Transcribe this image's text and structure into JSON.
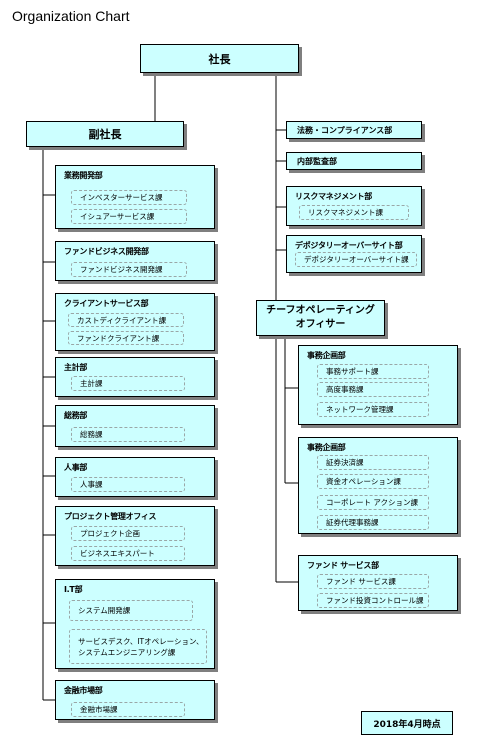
{
  "title": "Organization Chart",
  "president": "社長",
  "vice_president": "副社長",
  "coo": {
    "line1": "チーフオペレーティング",
    "line2": "オフィサー"
  },
  "left_departments": [
    {
      "name": "業務開発部",
      "units": [
        "インベスターサービス課",
        "イシュアーサービス課"
      ]
    },
    {
      "name": "ファンドビジネス開発部",
      "units": [
        "ファンドビジネス開発課"
      ]
    },
    {
      "name": "クライアントサービス部",
      "units": [
        "カストディクライアント課",
        "ファンドクライアント課"
      ]
    },
    {
      "name": "主計部",
      "units": [
        "主計課"
      ]
    },
    {
      "name": "総務部",
      "units": [
        "総務課"
      ]
    },
    {
      "name": "人事部",
      "units": [
        "人事課"
      ]
    },
    {
      "name": "プロジェクト管理オフィス",
      "units": [
        "プロジェクト企画",
        "ビジネスエキスパート"
      ]
    },
    {
      "name": "I.T部",
      "units": [
        "システム開発課"
      ],
      "multi_unit": {
        "line1": "サービスデスク、ITオペレーション、",
        "line2": "システムエンジニアリング課"
      }
    },
    {
      "name": "金融市場部",
      "units": [
        "金融市場課"
      ]
    }
  ],
  "right_simple": [
    "法務・コンプライアンス部",
    "内部監査部"
  ],
  "right_departments": [
    {
      "name": "リスクマネジメント部",
      "units": [
        "リスクマネジメント課"
      ]
    },
    {
      "name": "デポジタリーオーバーサイト部",
      "units": [
        "デポジタリーオーバーサイト課"
      ]
    }
  ],
  "coo_departments": [
    {
      "name": "事務企画部",
      "units": [
        "事務サポート課",
        "高度事務課",
        "ネットワーク管理課"
      ]
    },
    {
      "name": "事務企画部",
      "units": [
        "証券決済課",
        "資金オペレーション課",
        "コーポレート アクション課",
        "証券代理事務課"
      ]
    },
    {
      "name": "ファンド サービス部",
      "units": [
        "ファンド サービス課",
        "ファンド投資コントロール課"
      ]
    }
  ],
  "as_of": "2018年4月時点"
}
